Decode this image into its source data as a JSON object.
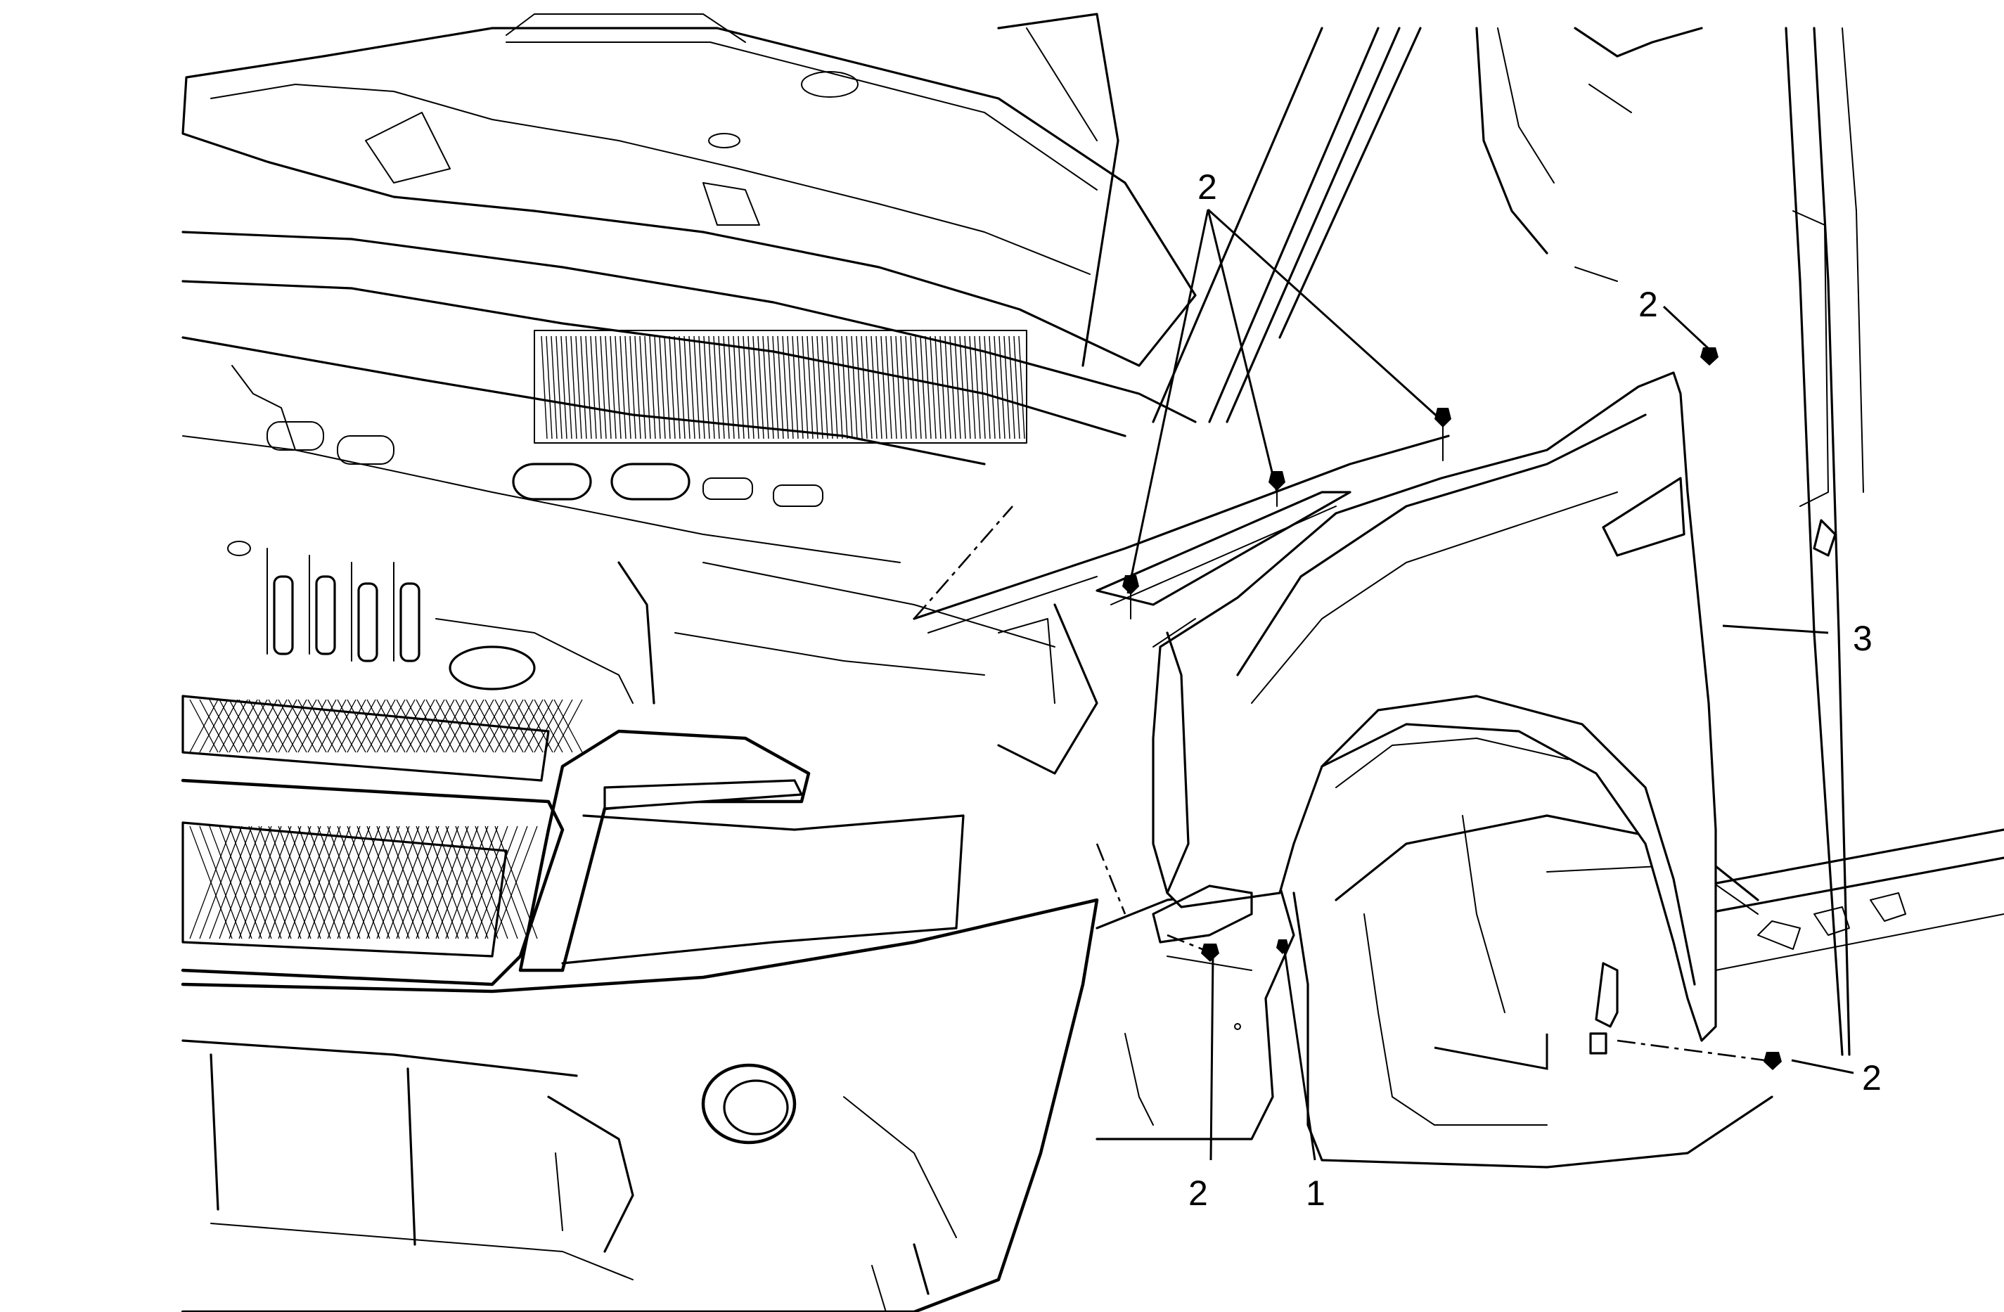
{
  "callouts": [
    {
      "id": "c2-hood",
      "text": "2"
    },
    {
      "id": "c2-upper-right",
      "text": "2"
    },
    {
      "id": "c3-fender",
      "text": "3"
    },
    {
      "id": "c2-lower-right",
      "text": "2"
    },
    {
      "id": "c2-bottom",
      "text": "2"
    },
    {
      "id": "c1-bottom",
      "text": "1"
    }
  ]
}
